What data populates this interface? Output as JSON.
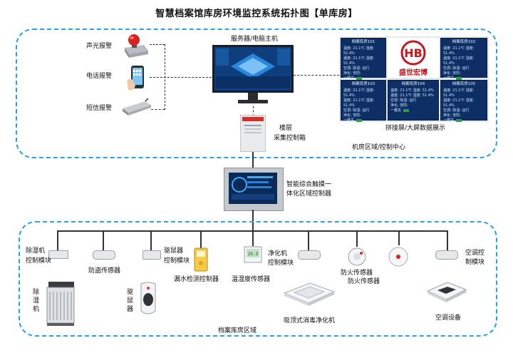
{
  "title": "智慧档案馆库房环境监控系统拓扑图【单库房】",
  "control_center": {
    "zone_label": "机房区域/控制中心",
    "server_label": "服务器/电脑主机",
    "alarms": {
      "sound_light": "声光报警",
      "phone": "电话报警",
      "sms": "短信报警"
    },
    "floor_box": {
      "line1": "楼层",
      "line2": "采集控制箱"
    },
    "display_label": "拼接屏/大屏数据展示",
    "logo_text": "盛世宏博",
    "screen_panels": [
      {
        "title": "档案库房101",
        "rows": [
          "温度: 21.1℃   湿度: 51.4%",
          "温度: 21.1℃   湿度: 51.4%",
          "空调:        除湿: 运行",
          "净化:        安防:"
        ],
        "foot": "一键关"
      },
      {
        "title": "档案库房102",
        "rows": [
          "温度: 21.1℃   湿度: 51.4%",
          "温度: 21.1℃   湿度: 51.4%",
          "空调:        除湿: 运行",
          "净化:        安防:"
        ],
        "foot": "一键关"
      },
      {
        "title": "档案库房103",
        "rows": [
          "温度: 21.1℃   湿度: 51.4%",
          "温度: 21.1℃   湿度: 51.4%",
          "空调:        除湿: 运行",
          "净化:        安防:"
        ],
        "foot": "一键关"
      },
      {
        "title": "档案库房104",
        "rows": [
          "温度: 21.1℃   湿度: 51.4%",
          "温度: 21.1℃   湿度: 51.4%",
          "空调:        除湿: 运行",
          "净化:        安防:"
        ],
        "foot": "一键关"
      },
      {
        "title": "档案库房105",
        "rows": [
          "温度: 21.1℃   湿度: 51.4%",
          "温度: 21.1℃   湿度: 51.4%",
          "空调:        除湿: 运行",
          "净化:        安防:"
        ],
        "foot": "一键关"
      }
    ]
  },
  "controller": {
    "line1": "智能综合触摸一",
    "line2": "体化区域控制器"
  },
  "storage_zone": {
    "zone_label": "档案库房区域",
    "dehumidifier_module": {
      "line1": "除湿机",
      "line2": "控制模块"
    },
    "dehumidifier": "除湿机",
    "anti_theft": "防盗传感器",
    "rodent_module": {
      "line1": "驱鼠器",
      "line2": "控制模块"
    },
    "rodent_repeller": "驱鼠器",
    "leak": "漏水检测控制器",
    "temp_humidity": "温湿度传感器",
    "purifier_module": {
      "line1": "净化机",
      "line2": "控制模块"
    },
    "purifier": "吸顶式消毒净化机",
    "fire1": "防火传感器",
    "fire2": "防火传感器",
    "ac_module": {
      "line1": "空调控",
      "line2": "制模块"
    },
    "ac_unit": "空调设备"
  },
  "colors": {
    "zone_border": "#27a3e8",
    "panel_bg": "#0d2f66",
    "alarm_red": "#d9221c",
    "logo_red": "#c8161d",
    "fire_red": "#e02020"
  }
}
